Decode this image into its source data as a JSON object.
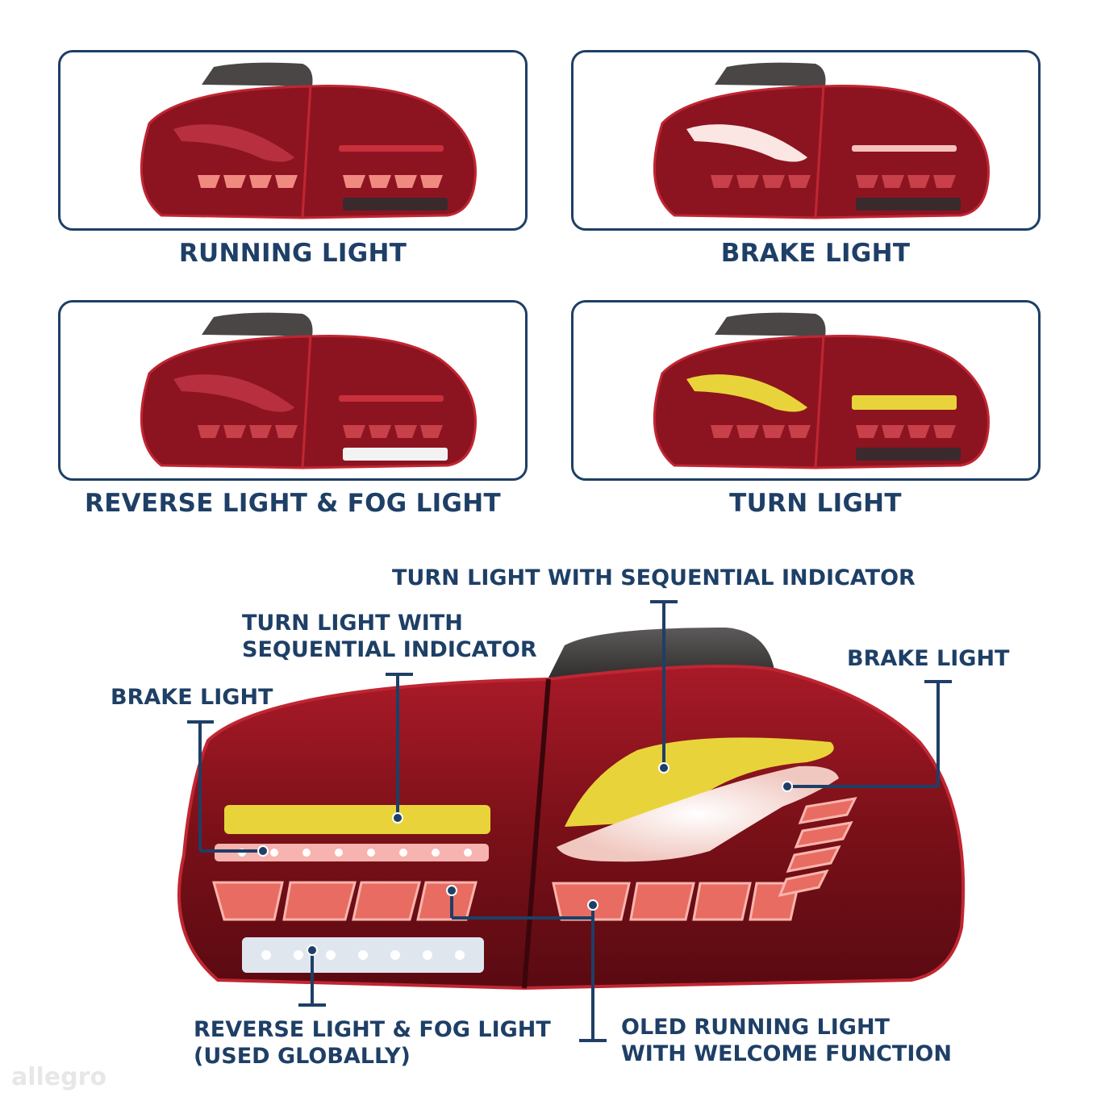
{
  "panels": [
    {
      "caption": "RUNNING LIGHT",
      "mode": "running"
    },
    {
      "caption": "BRAKE LIGHT",
      "mode": "brake"
    },
    {
      "caption": "REVERSE LIGHT & FOG LIGHT",
      "mode": "reverse"
    },
    {
      "caption": "TURN LIGHT",
      "mode": "turn"
    }
  ],
  "callouts": {
    "turn_top": "TURN LIGHT WITH SEQUENTIAL INDICATOR",
    "turn_left_line1": "TURN LIGHT WITH",
    "turn_left_line2": "SEQUENTIAL INDICATOR",
    "brake_left": "BRAKE LIGHT",
    "brake_right": "BRAKE LIGHT",
    "reverse_line1": "REVERSE LIGHT & FOG LIGHT",
    "reverse_line2": "(USED GLOBALLY)",
    "oled_line1": "OLED RUNNING LIGHT",
    "oled_line2": "WITH WELCOME FUNCTION"
  },
  "watermark": "allegro",
  "colors": {
    "frame": "#1e3f66",
    "text": "#1e3f66",
    "lens": "#8c1420",
    "lens_dark": "#4a0a12",
    "amber": "#e8d43a",
    "white_led": "#f4f4f4"
  }
}
